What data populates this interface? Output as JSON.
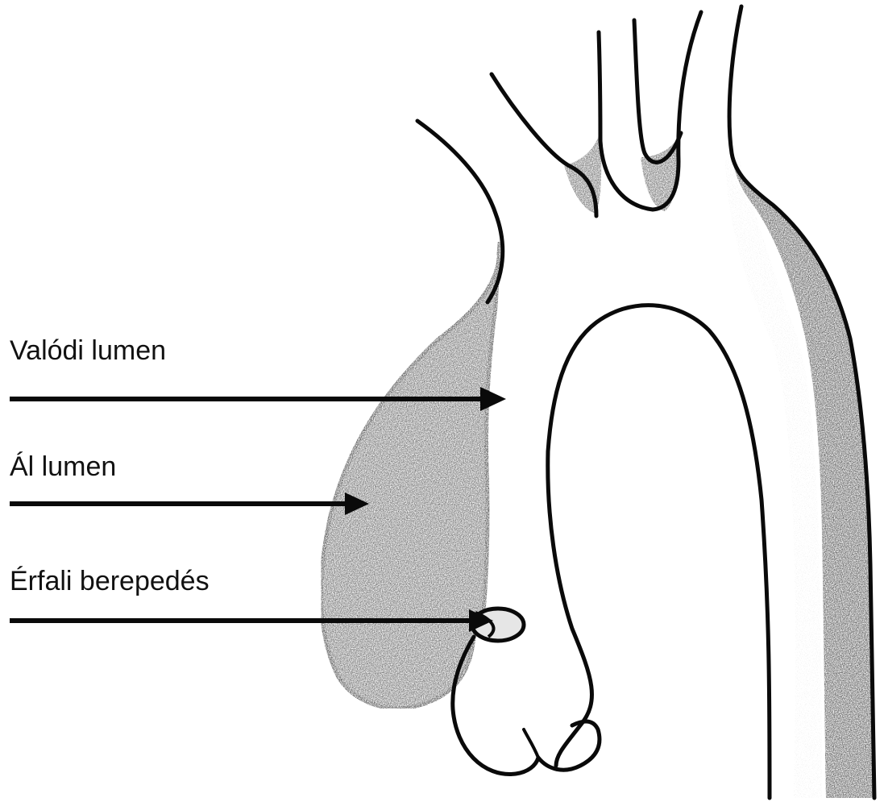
{
  "labels": {
    "true_lumen": "Valódi lumen",
    "false_lumen": "Ál lumen",
    "intimal_tear": "Érfali berepedés"
  },
  "colors": {
    "outline": "#0a0a0a",
    "false_lumen_fill": "#3a3a3a",
    "wall_fill": "#1e1e1e",
    "background": "#ffffff"
  }
}
